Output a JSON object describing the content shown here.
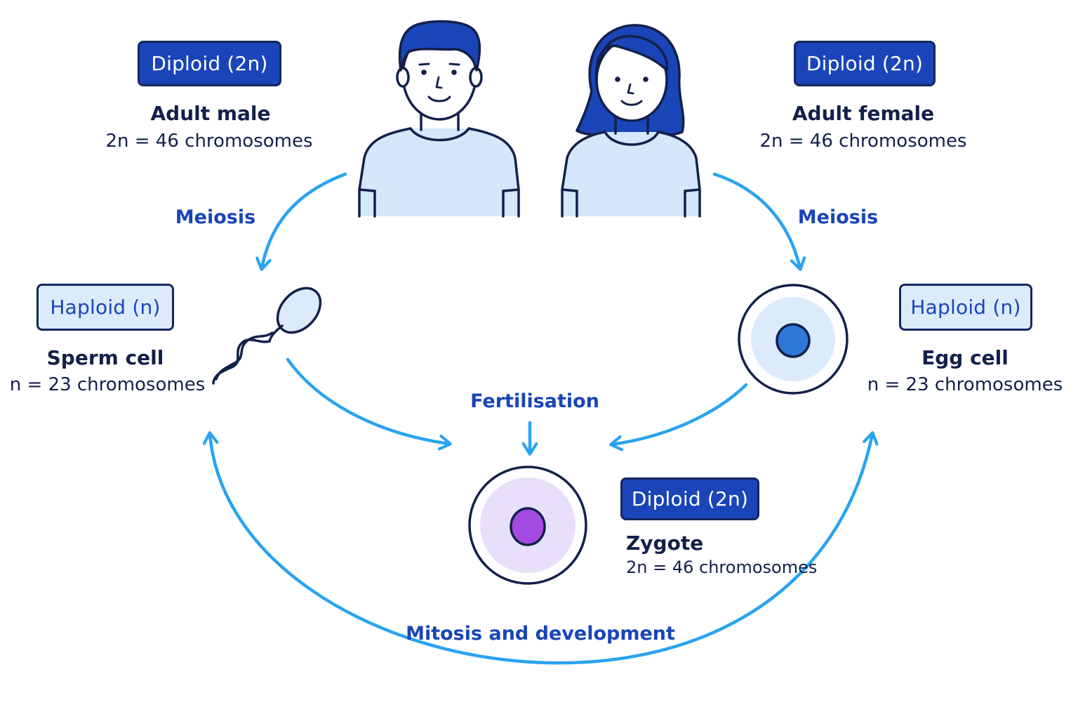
{
  "adult_male": {
    "ploidy": "Diploid (2n)",
    "name": "Adult male",
    "count": "2n = 46 chromosomes"
  },
  "adult_female": {
    "ploidy": "Diploid (2n)",
    "name": "Adult female",
    "count": "2n = 46 chromosomes"
  },
  "sperm": {
    "ploidy": "Haploid (n)",
    "name": "Sperm cell",
    "count": "n = 23 chromosomes"
  },
  "egg": {
    "ploidy": "Haploid (n)",
    "name": "Egg cell",
    "count": "n = 23 chromosomes"
  },
  "zygote": {
    "ploidy": "Diploid (2n)",
    "name": "Zygote",
    "count": "2n = 46 chromosomes"
  },
  "processes": {
    "meiosis_left": "Meiosis",
    "meiosis_right": "Meiosis",
    "fertilisation": "Fertilisation",
    "mitosis": "Mitosis and development"
  },
  "colors": {
    "arrow": "#29a3f0",
    "outline": "#13204a",
    "dark_blue": "#1a45b8",
    "light_blue": "#dcebfb",
    "zygote_nucleus": "#a34be0",
    "zygote_cytoplasm": "#e8e0fb",
    "egg_nucleus": "#2e78d9"
  }
}
